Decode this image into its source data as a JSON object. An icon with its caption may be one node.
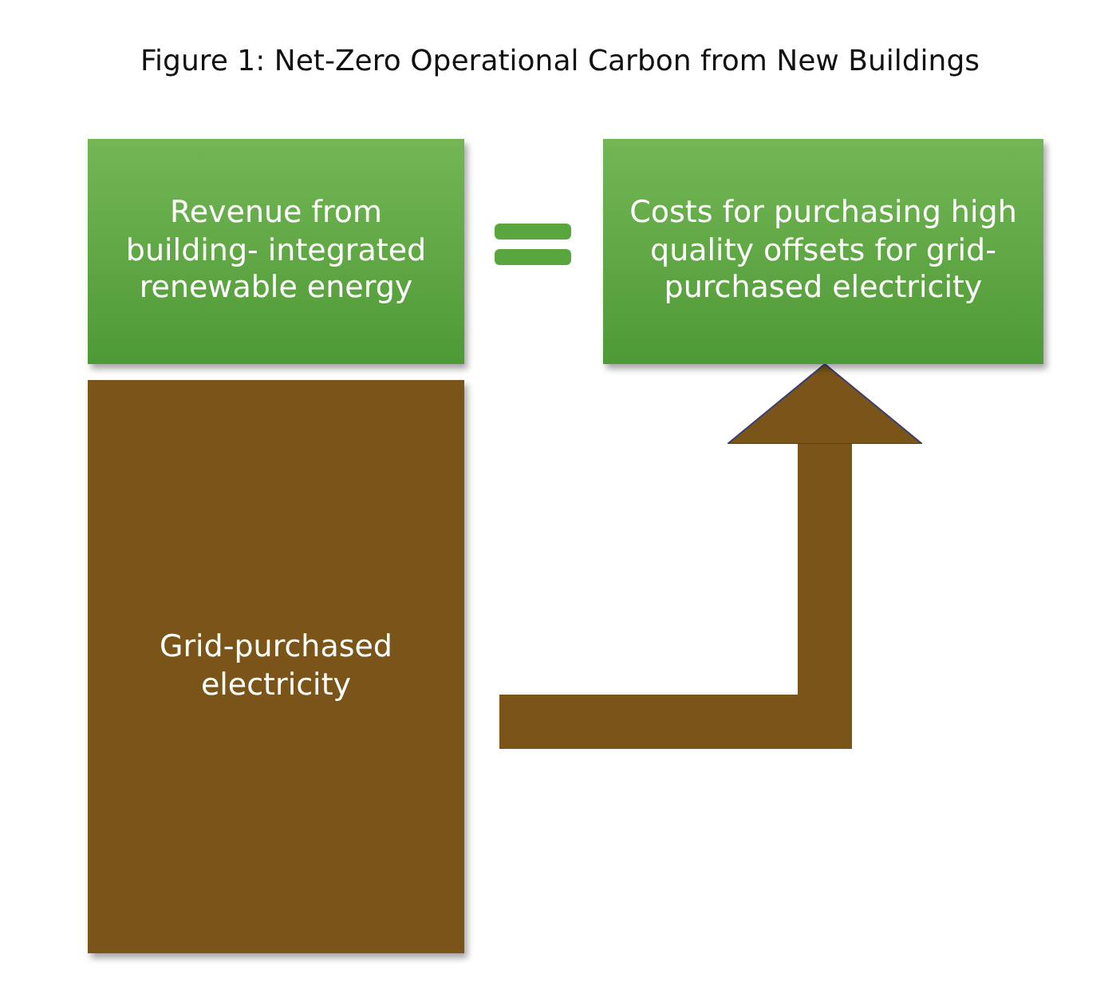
{
  "diagram": {
    "title": "Figure 1: Net-Zero Operational Carbon from New Buildings",
    "nodes": [
      {
        "text": [
          "Revenue from building- integrated renewable energy"
        ]
      },
      {
        "text": [
          "Costs for purchasing high quality offsets for grid-purchased electricity"
        ]
      },
      {
        "text": [
          "Grid-purchased electricity"
        ]
      }
    ],
    "edges": [
      {
        "from": 2,
        "to": 1,
        "arrow": "to"
      }
    ]
  }
}
